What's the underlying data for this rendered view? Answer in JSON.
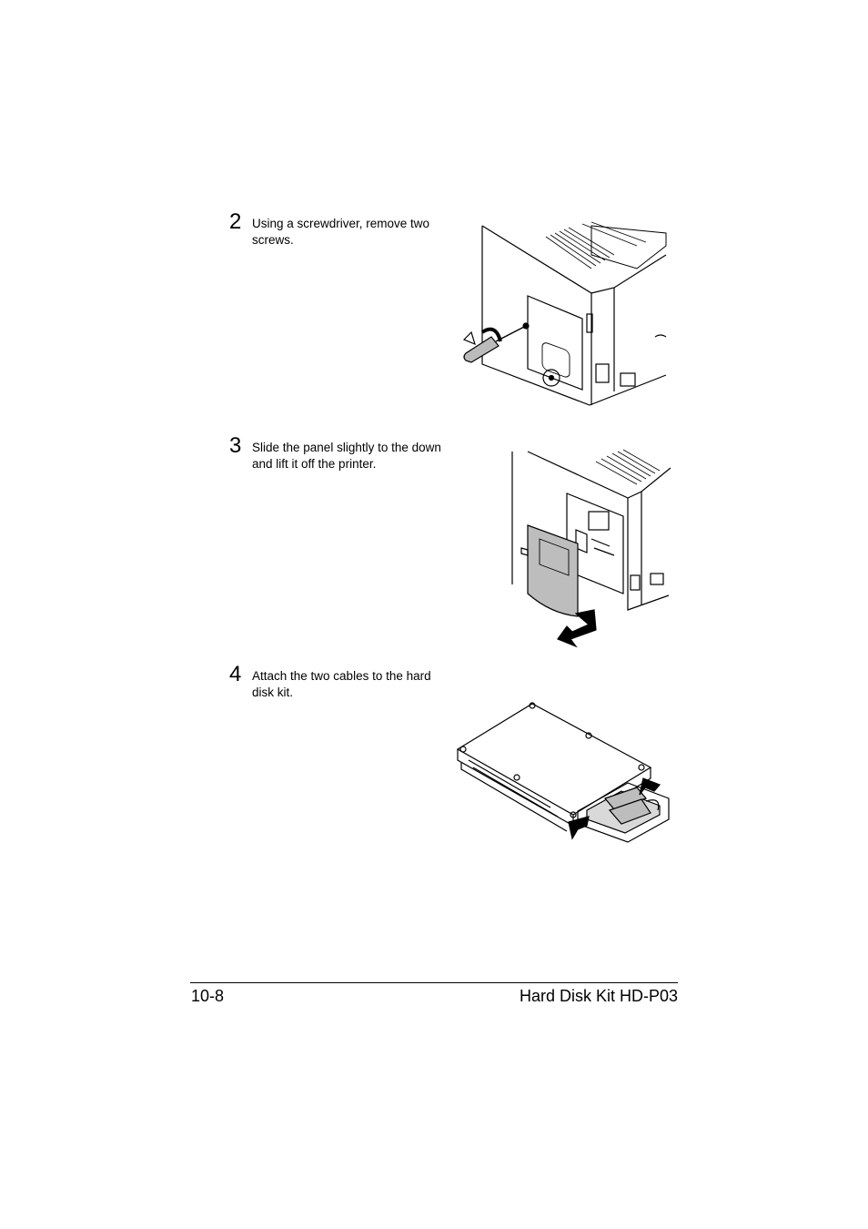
{
  "steps": [
    {
      "number": "2",
      "text": "Using a screwdriver, remove two screws."
    },
    {
      "number": "3",
      "text": "Slide the panel slightly to the down and lift it off the printer."
    },
    {
      "number": "4",
      "text": "Attach the two cables to the hard disk kit."
    }
  ],
  "footer": {
    "page_number": "10-8",
    "title": "Hard Disk Kit HD-P03"
  }
}
